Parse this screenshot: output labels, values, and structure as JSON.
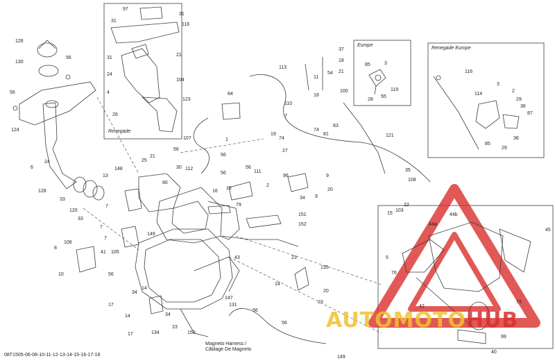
{
  "diagram": {
    "footer_code": "08T1505-06-08-10-11-12-13-14-15-16-17-18",
    "insets": {
      "renegade": "Renegade",
      "europe": "Europe",
      "renegade_europe": "Renegade Europe"
    },
    "magneto_caption": {
      "line1": "Magneto Harness /",
      "line2": "Câblage De Magneto"
    },
    "watermark": {
      "part1": "AUTOMOTO",
      "part2": "HUB"
    },
    "colors": {
      "line": "#3a3a3a",
      "watermark_red": "#d9302c",
      "watermark_gold": "#f2c12e"
    },
    "callouts": [
      "97",
      "31",
      "116",
      "31",
      "21",
      "126",
      "56",
      "130",
      "31",
      "24",
      "4",
      "104",
      "123",
      "26",
      "56",
      "124",
      "6",
      "24",
      "128",
      "113",
      "11",
      "54",
      "21",
      "18",
      "37",
      "100",
      "85",
      "3",
      "119",
      "28",
      "55",
      "116",
      "114",
      "3",
      "2",
      "29",
      "36",
      "87",
      "36",
      "29",
      "85",
      "84",
      "1",
      "107",
      "56",
      "110",
      "7",
      "18",
      "74",
      "81",
      "83",
      "19",
      "74",
      "27",
      "121",
      "56",
      "25",
      "21",
      "30",
      "112",
      "148",
      "13",
      "80",
      "56",
      "56",
      "111",
      "16",
      "16",
      "79",
      "2",
      "96",
      "9",
      "20",
      "34",
      "9",
      "35",
      "108",
      "103",
      "22",
      "15",
      "33",
      "120",
      "33",
      "7",
      "7",
      "7",
      "149",
      "105",
      "151",
      "152",
      "8",
      "106",
      "41",
      "10",
      "56",
      "43",
      "17",
      "34",
      "14",
      "23",
      "135",
      "14",
      "20",
      "23",
      "17",
      "147",
      "131",
      "150",
      "56",
      "56",
      "149",
      "14",
      "134",
      "23",
      "34",
      "45",
      "44a",
      "44b",
      "76",
      "42",
      "73",
      "99",
      "40",
      "5"
    ]
  }
}
